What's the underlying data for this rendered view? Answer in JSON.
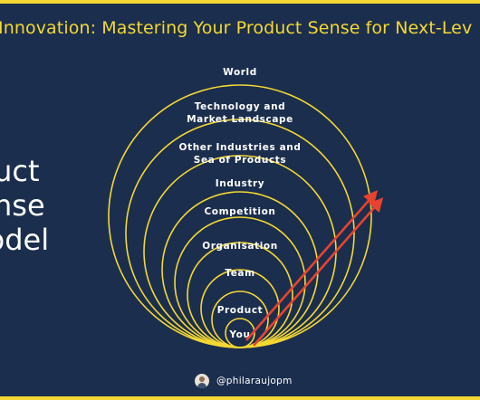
{
  "title": "Innovation: Mastering Your Product Sense for Next-Lev",
  "side_title": {
    "line1": "Product",
    "line2": "Sense",
    "line3": "Model"
  },
  "rings": [
    {
      "label_lines": [
        "World"
      ]
    },
    {
      "label_lines": [
        "Technology and",
        "Market Landscape"
      ]
    },
    {
      "label_lines": [
        "Other Industries and",
        "Sea of Products"
      ]
    },
    {
      "label_lines": [
        "Industry"
      ]
    },
    {
      "label_lines": [
        "Competition"
      ]
    },
    {
      "label_lines": [
        "Organisation"
      ]
    },
    {
      "label_lines": [
        "Team"
      ]
    },
    {
      "label_lines": [
        "Product"
      ]
    },
    {
      "label_lines": [
        "You"
      ]
    }
  ],
  "footer": {
    "handle": "@philaraujopm"
  },
  "colors": {
    "background": "#1b2e4d",
    "accent": "#f5d833",
    "arrow": "#e8432e",
    "text": "#ffffff"
  }
}
